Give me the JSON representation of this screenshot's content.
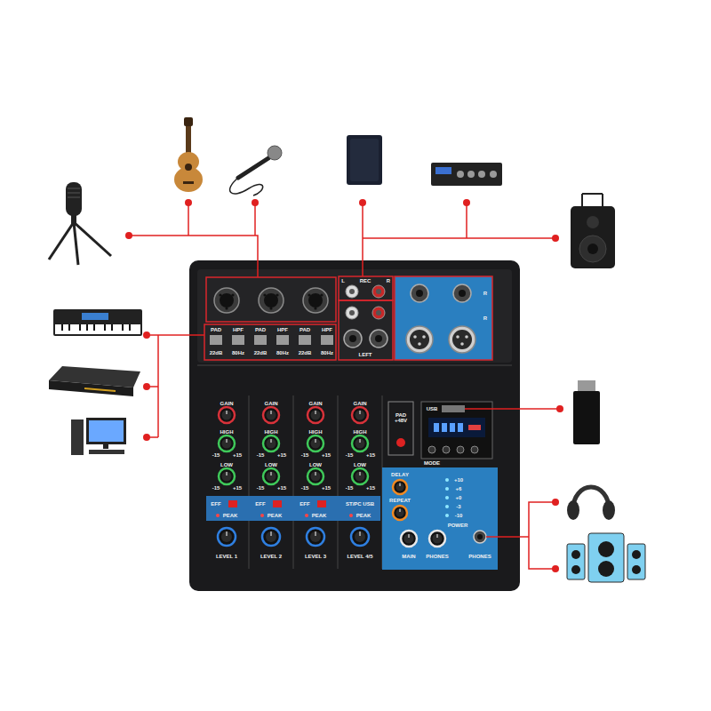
{
  "diagram": {
    "labels": [
      "PAD",
      "HPF",
      "PAD",
      "HPF",
      "PAD",
      "HPF",
      "22dB",
      "80Hz",
      "22dB",
      "80Hz",
      "22dB",
      "80Hz",
      "REC",
      "L",
      "R",
      "LEFT",
      "R",
      "R",
      "GAIN",
      "HIGH",
      "-15",
      "+15",
      "LOW",
      "-15",
      "+15",
      "EFF",
      "PEAK",
      "LEVEL 1",
      "GAIN",
      "HIGH",
      "-15",
      "+15",
      "LOW",
      "-15",
      "+15",
      "EFF",
      "PEAK",
      "LEVEL 2",
      "GAIN",
      "HIGH",
      "-15",
      "+15",
      "LOW",
      "-15",
      "+15",
      "EFF",
      "PEAK",
      "LEVEL 3",
      "GAIN",
      "HIGH",
      "-15",
      "+15",
      "LOW",
      "-15",
      "+15",
      "ST/PC USB",
      "PEAK",
      "LEVEL 4/5",
      "PAD +48V",
      "USB",
      "MODE",
      "DELAY",
      "REPEAT",
      "+10",
      "+6",
      "+0",
      "-3",
      "-10",
      "POWER",
      "MAIN",
      "PHONES",
      "PHONES"
    ]
  }
}
